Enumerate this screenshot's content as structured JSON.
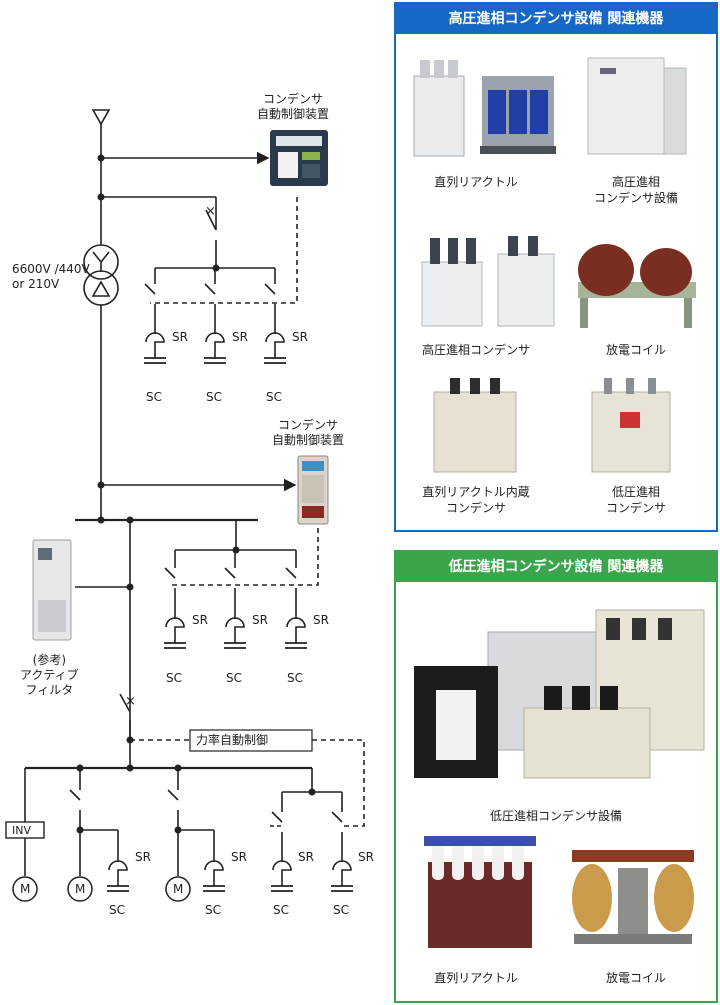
{
  "diagram": {
    "hv_controller_label": [
      "コンデンサ",
      "自動制御装置"
    ],
    "voltage_label": [
      "6600V /440V",
      "or 210V"
    ],
    "lv_controller_label": [
      "コンデンサ",
      "自動制御装置"
    ],
    "filter_label": [
      "(参考)",
      "アクティブ",
      "フィルタ"
    ],
    "power_factor_label": "力率自動制御",
    "inv_label": "INV",
    "motor_label": "M",
    "sr_label": "SR",
    "sc_label": "SC",
    "breaker_mark": "×"
  },
  "hv_panel": {
    "title": "高圧進相コンデンサ設備 関連機器",
    "items": [
      {
        "label": [
          "直列リアクトル"
        ]
      },
      {
        "label": [
          "高圧進相",
          "コンデンサ設備"
        ]
      },
      {
        "label": [
          "高圧進相コンデンサ"
        ]
      },
      {
        "label": [
          "放電コイル"
        ]
      },
      {
        "label": [
          "直列リアクトル内蔵",
          "コンデンサ"
        ]
      },
      {
        "label": [
          "低圧進相",
          "コンデンサ"
        ]
      }
    ]
  },
  "lv_panel": {
    "title": "低圧進相コンデンサ設備 関連機器",
    "items": [
      {
        "label": [
          "低圧進相コンデンサ設備"
        ]
      },
      {
        "label": [
          "直列リアクトル"
        ]
      },
      {
        "label": [
          "放電コイル"
        ]
      }
    ]
  },
  "colors": {
    "hv_accent": "#1767c4",
    "lv_accent": "#3aa54a"
  }
}
